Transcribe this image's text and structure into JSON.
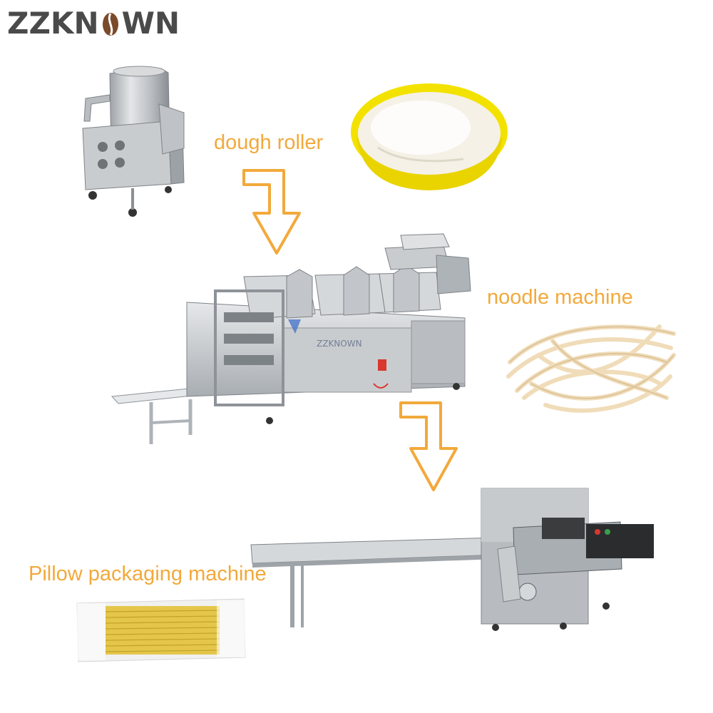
{
  "logo": {
    "text_left": "ZZKN",
    "text_right": "WN",
    "icon": "coffee-bean-icon"
  },
  "labels": {
    "dough_roller": "dough roller",
    "noodle_machine": "noodle machine",
    "pillow_packaging_machine": "Pillow packaging machine"
  },
  "machine_branding": {
    "text": "ZZKNOWN"
  },
  "colors": {
    "label": "#f2a93b",
    "logo": "#4a4a4a",
    "arrow": "#f2a93b",
    "steel": "#c7cacd",
    "bowl": "#f2e100"
  }
}
